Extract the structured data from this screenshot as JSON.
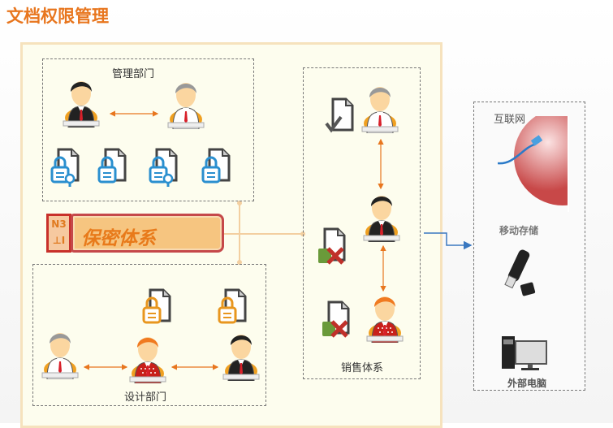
{
  "title": "文档权限管理",
  "groups": {
    "management": "管理部门",
    "design": "设计部门",
    "sales": "销售体系"
  },
  "badge": {
    "side_text": "N3 ⊥I",
    "label": "保密体系"
  },
  "external": {
    "internet": "互联网",
    "storage": "移动存储",
    "pc": "外部电脑"
  },
  "colors": {
    "accent": "#e8761e",
    "arrow": "#e8761e",
    "link": "#3a78c0"
  }
}
